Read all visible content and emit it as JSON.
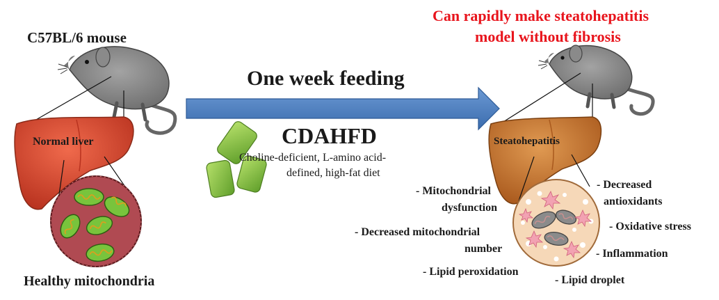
{
  "left": {
    "mouse_label": "C57BL/6 mouse",
    "liver_label": "Normal liver",
    "mito_label": "Healthy mitochondria"
  },
  "center": {
    "arrow_label": "One week feeding",
    "diet_name": "CDAHFD",
    "diet_line1": "Choline-deficient, L-amino acid-",
    "diet_line2": "defined, high-fat diet"
  },
  "right": {
    "headline_line1": "Can rapidly make steatohepatitis",
    "headline_line2": "model without fibrosis",
    "liver_label": "Steatohepatitis",
    "features": {
      "mito_dysfunction_1": "- Mitochondrial",
      "mito_dysfunction_2": "dysfunction",
      "decreased_mito_1": "- Decreased mitochondrial",
      "decreased_mito_2": "number",
      "lipid_peroxidation": "- Lipid peroxidation",
      "decreased_antiox_1": "- Decreased",
      "decreased_antiox_2": "antioxidants",
      "oxidative_stress": "- Oxidative stress",
      "inflammation": "- Inflammation",
      "lipid_droplet": "- Lipid droplet"
    }
  },
  "colors": {
    "headline": "#e8141c",
    "arrow": "#4a7fc1",
    "normal_liver": "#d9442f",
    "steato_liver": "#c8732a",
    "mouse": "#8c8c8c",
    "pellet": "#8cc63f",
    "mito_green": "#78c43c"
  }
}
